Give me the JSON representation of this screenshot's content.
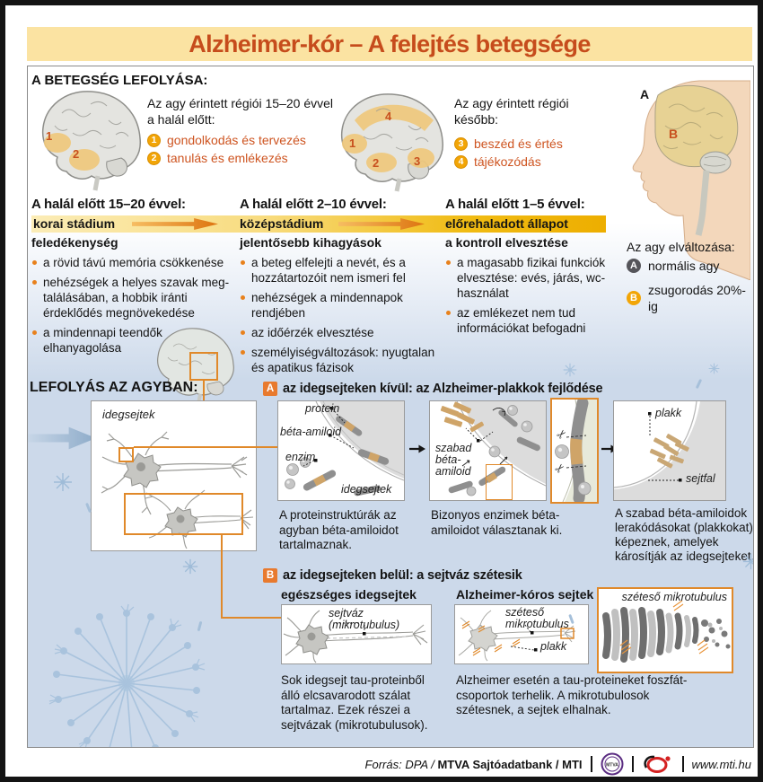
{
  "title": "Alzheimer-kór – A felejtés betegsége",
  "course": {
    "heading": "A BETEGSÉG LEFOLYÁSA:",
    "early": {
      "intro": "Az agy érintett régiói 15–20 évvel a halál előtt:",
      "items": [
        {
          "num": "1",
          "label": "gondolkodás és tervezés"
        },
        {
          "num": "2",
          "label": "tanulás és emlékezés"
        }
      ]
    },
    "later": {
      "intro": "Az agy érintett régiói később:",
      "items": [
        {
          "num": "3",
          "label": "beszéd és értés"
        },
        {
          "num": "4",
          "label": "tájékozódás"
        }
      ]
    },
    "brain1_nums": [
      "1",
      "2"
    ],
    "brain2_nums": [
      "1",
      "2",
      "3",
      "4"
    ],
    "head_labels": {
      "a": "A",
      "b": "B"
    },
    "change": {
      "heading": "Az agy elváltozása:",
      "items": [
        {
          "badge": "A",
          "label": "normális agy"
        },
        {
          "badge": "B",
          "label": "zsugorodás 20%-ig"
        }
      ]
    }
  },
  "stages": [
    {
      "header": "A halál előtt 15–20 évvel:",
      "band": "korai stádium",
      "sub": "feledékenység",
      "bullets": [
        "a rövid távú memória csökkenése",
        "nehézségek a helyes szavak meg-találásában, a hobbik iránti érdeklődés megnövekedése",
        "a mindennapi teendők elhanyagolása"
      ]
    },
    {
      "header": "A halál előtt 2–10 évvel:",
      "band": "középstádium",
      "sub": "jelentősebb kihagyások",
      "bullets": [
        "a beteg elfelejti a nevét, és a hozzátartozóit nem ismeri fel",
        "nehézségek a mindennapok rendjében",
        "az időérzék elvesztése",
        "személyiségváltozások: nyugtalan és apatikus fázisok"
      ]
    },
    {
      "header": "A halál előtt 1–5 évvel:",
      "band": "előrehaladott állapot",
      "sub": "a kontroll elvesztése",
      "bullets": [
        "a magasabb fizikai funkciók elvesztése: evés, járás, wc-használat",
        "az emlékezet nem tud információkat befogadni"
      ]
    }
  ],
  "process": {
    "heading": "LEFOLYÁS AZ AGYBAN:",
    "neurons_label": "idegsejtek",
    "a": {
      "badge": "A",
      "heading": "az idegsejteken kívül: az Alzheimer-plakkok fejlődése",
      "p1": {
        "l_protein": "protein",
        "l_beta": "béta-amiloid",
        "l_enzim": "enzim",
        "l_cells": "idegsejtek",
        "caption": "A proteinstruktúrák az agyban béta-amiloidot tartalmaznak."
      },
      "p2": {
        "l_free": "szabad béta-amiloid",
        "caption": "Bizonyos enzimek béta-amiloidot választanak ki."
      },
      "p3": {
        "l_plakk": "plakk",
        "l_wall": "sejtfal",
        "caption": "A szabad béta-amiloidok lerakódásokat (plakkokat) képeznek, amelyek károsítják az idegsejteket."
      }
    },
    "b": {
      "badge": "B",
      "heading": "az idegsejteken belül: a sejtváz szétesik",
      "healthy": {
        "sub": "egészséges idegsejtek",
        "label": "sejtváz (mikrotubulus)",
        "caption": "Sok idegsejt tau-proteinből álló elcsavarodott szálat tartalmaz. Ezek részei a sejtvázak (mikrotubulusok)."
      },
      "sick": {
        "sub": "Alzheimer-kóros sejtek",
        "l_mt": "széteső mikrotubulus",
        "l_plakk": "plakk",
        "caption": "Alzheimer esetén a tau-proteineket foszfát-csoportok terhelik. A mikrotubulosok szétesnek, a sejtek elhalnak."
      },
      "inset_label": "széteső mikrotubulus"
    }
  },
  "footer": {
    "source_prefix": "Forrás: DPA /",
    "source_bold": "MTVA Sajtóadatbank / MTI",
    "url": "www.mti.hu",
    "mtva": "MTVA"
  },
  "colors": {
    "accent_orange": "#ce5420",
    "badge_orange": "#e87a2e",
    "gold": "#f2a506",
    "band_gold": "#edae00",
    "title_bg": "#fbe3a2",
    "blue_bg": "#ccd9ea",
    "line_orange": "#e0892a"
  }
}
